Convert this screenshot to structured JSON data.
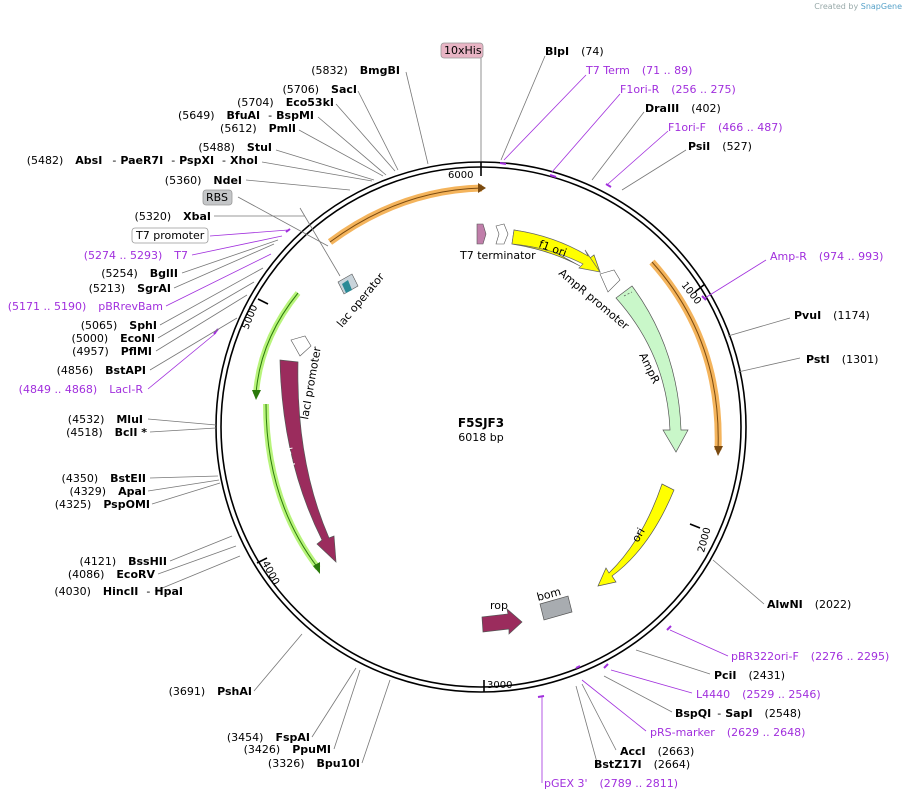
{
  "credit": {
    "prefix": "Created by",
    "brand": "SnapGene"
  },
  "plasmid": {
    "name": "F5SJF3",
    "length_label": "6018 bp"
  },
  "ticks": [
    "1000",
    "2000",
    "3000",
    "4000",
    "5000",
    "6000"
  ],
  "features": {
    "his": "10xHis",
    "rbs": "RBS",
    "t7promoter": "T7 promoter",
    "t7terminator": "T7 terminator",
    "f1ori": "f1 ori",
    "amprpromoter": "AmpR promoter",
    "ampr": "AmpR",
    "ori": "ori",
    "bom": "bom",
    "rop": "rop",
    "laci": "lacI",
    "lacipromoter": "lacI promoter",
    "lacoperator": "lac operator"
  },
  "sites": {
    "blpi": {
      "name": "BlpI",
      "pos": "(74)"
    },
    "t7term": {
      "name": "T7 Term",
      "pos": "(71 .. 89)"
    },
    "f1orir": {
      "name": "F1ori-R",
      "pos": "(256 .. 275)"
    },
    "draiii": {
      "name": "DraIII",
      "pos": "(402)"
    },
    "f1orif": {
      "name": "F1ori-F",
      "pos": "(466 .. 487)"
    },
    "psii": {
      "name": "PsiI",
      "pos": "(527)"
    },
    "ampr_primer": {
      "name": "Amp-R",
      "pos": "(974 .. 993)"
    },
    "pvui": {
      "name": "PvuI",
      "pos": "(1174)"
    },
    "psti": {
      "name": "PstI",
      "pos": "(1301)"
    },
    "alwni": {
      "name": "AlwNI",
      "pos": "(2022)"
    },
    "pbr322": {
      "name": "pBR322ori-F",
      "pos": "(2276 .. 2295)"
    },
    "pcii": {
      "name": "PciI",
      "pos": "(2431)"
    },
    "l4440": {
      "name": "L4440",
      "pos": "(2529 .. 2546)"
    },
    "bspqi": {
      "name1": "BspQI",
      "sep": "-",
      "name2": "SapI",
      "pos": "(2548)"
    },
    "prs": {
      "name": "pRS-marker",
      "pos": "(2629 .. 2648)"
    },
    "acci": {
      "name": "AccI",
      "pos": "(2663)"
    },
    "bstz17i": {
      "name": "BstZ17I",
      "pos": "(2664)"
    },
    "pgex": {
      "name": "pGEX 3'",
      "pos": "(2789 .. 2811)"
    },
    "bmgbi": {
      "name": "BmgBI",
      "pos": "(5832)"
    },
    "saci": {
      "name": "SacI",
      "pos": "(5706)"
    },
    "eco53ki": {
      "name": "Eco53kI",
      "pos": "(5704)"
    },
    "bfuai": {
      "name1": "BfuAI",
      "sep": "-",
      "name2": "BspMI",
      "pos": "(5649)"
    },
    "pmli": {
      "name": "PmlI",
      "pos": "(5612)"
    },
    "stui": {
      "name": "StuI",
      "pos": "(5488)"
    },
    "absi": {
      "name1": "AbsI",
      "sep1": "-",
      "name2": "PaeR7I",
      "sep2": "-",
      "name3": "PspXI",
      "sep3": "-",
      "name4": "XhoI",
      "pos": "(5482)"
    },
    "ndei": {
      "name": "NdeI",
      "pos": "(5360)"
    },
    "xbai": {
      "name": "XbaI",
      "pos": "(5320)"
    },
    "t7": {
      "name": "T7",
      "pos": "(5274 .. 5293)"
    },
    "bglii": {
      "name": "BglII",
      "pos": "(5254)"
    },
    "sgrai": {
      "name": "SgrAI",
      "pos": "(5213)"
    },
    "pbrrevbam": {
      "name": "pBRrevBam",
      "pos": "(5171 .. 5190)"
    },
    "sphi": {
      "name": "SphI",
      "pos": "(5065)"
    },
    "econi": {
      "name": "EcoNI",
      "pos": "(5000)"
    },
    "pflmi": {
      "name": "PflMI",
      "pos": "(4957)"
    },
    "bstapi": {
      "name": "BstAPI",
      "pos": "(4856)"
    },
    "lacir": {
      "name": "LacI-R",
      "pos": "(4849 .. 4868)"
    },
    "mlui": {
      "name": "MluI",
      "pos": "(4532)"
    },
    "bcli": {
      "name": "BclI *",
      "pos": "(4518)"
    },
    "bsteii": {
      "name": "BstEII",
      "pos": "(4350)"
    },
    "apai": {
      "name": "ApaI",
      "pos": "(4329)"
    },
    "pspomi": {
      "name": "PspOMI",
      "pos": "(4325)"
    },
    "bsshii": {
      "name": "BssHII",
      "pos": "(4121)"
    },
    "ecorv": {
      "name": "EcoRV",
      "pos": "(4086)"
    },
    "hincii": {
      "name1": "HincII",
      "sep": "-",
      "name2": "HpaI",
      "pos": "(4030)"
    },
    "pshai": {
      "name": "PshAI",
      "pos": "(3691)"
    },
    "fspai": {
      "name": "FspAI",
      "pos": "(3454)"
    },
    "ppumi": {
      "name": "PpuMI",
      "pos": "(3426)"
    },
    "bpu10i": {
      "name": "Bpu10I",
      "pos": "(3326)"
    }
  }
}
